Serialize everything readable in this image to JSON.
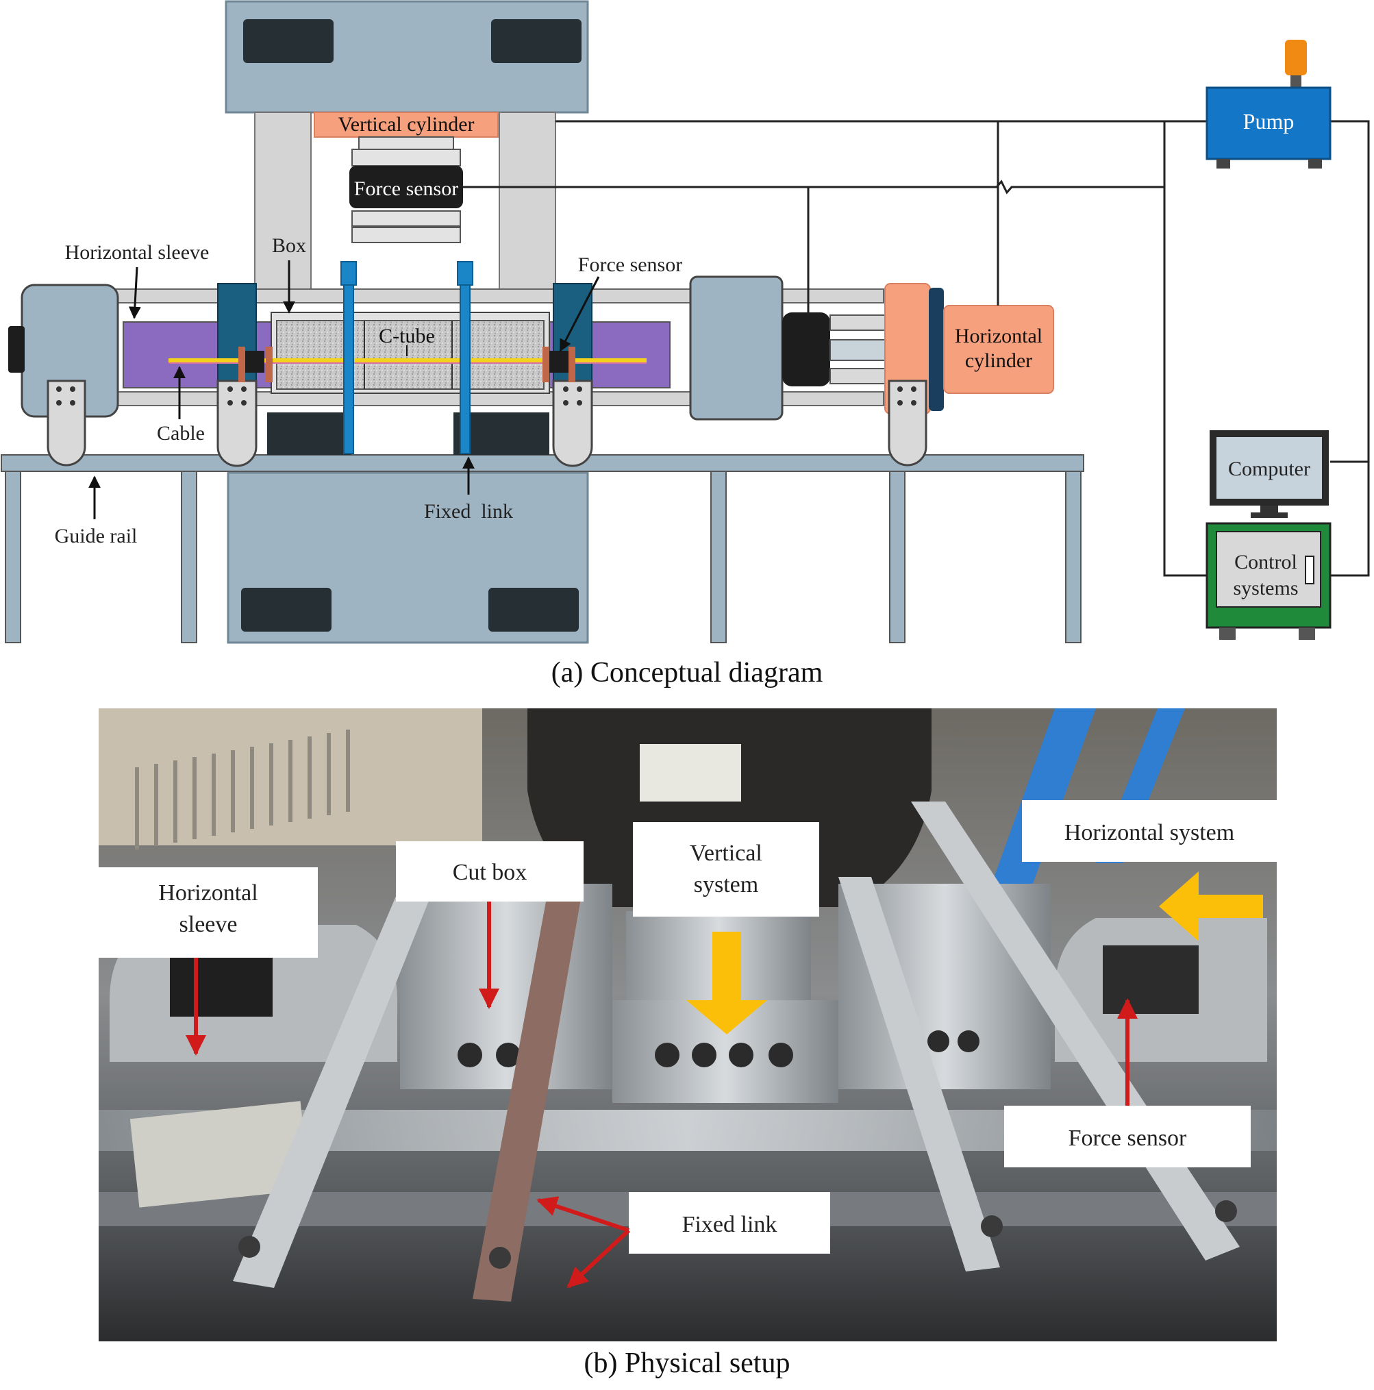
{
  "panel_a": {
    "caption": "(a) Conceptual diagram",
    "labels": {
      "vertical_cylinder": "Vertical cylinder",
      "force_sensor_top": "Force sensor",
      "horizontal_sleeve": "Horizontal sleeve",
      "box": "Box",
      "force_sensor_right": "Force sensor",
      "c_tube": "C-tube",
      "cable": "Cable",
      "guide_rail": "Guide rail",
      "fixed_link": "Fixed  link",
      "horizontal_cylinder_1": "Horizontal",
      "horizontal_cylinder_2": "cylinder",
      "pump": "Pump",
      "computer": "Computer",
      "control_systems_1": "Control",
      "control_systems_2": "systems"
    },
    "colors": {
      "frame": "#9fb4c2",
      "frame_dark": "#263034",
      "cylinder_orange": "#f7a07e",
      "pump_blue": "#1476c6",
      "box_purple": "#8b6bc0",
      "rod_blue": "#1a86c8",
      "control_green": "#1f8a3a",
      "cable_yellow": "#f2d21a"
    }
  },
  "panel_b": {
    "caption": "(b) Physical setup",
    "labels": {
      "horizontal_sleeve_1": "Horizontal",
      "horizontal_sleeve_2": "sleeve",
      "cut_box": "Cut box",
      "vertical_system_1": "Vertical",
      "vertical_system_2": "system",
      "horizontal_system": "Horizontal system",
      "force_sensor": "Force sensor",
      "fixed_link": "Fixed link"
    },
    "colors": {
      "arrow_red": "#d11b1b",
      "arrow_yellow": "#fbbf0a"
    }
  }
}
